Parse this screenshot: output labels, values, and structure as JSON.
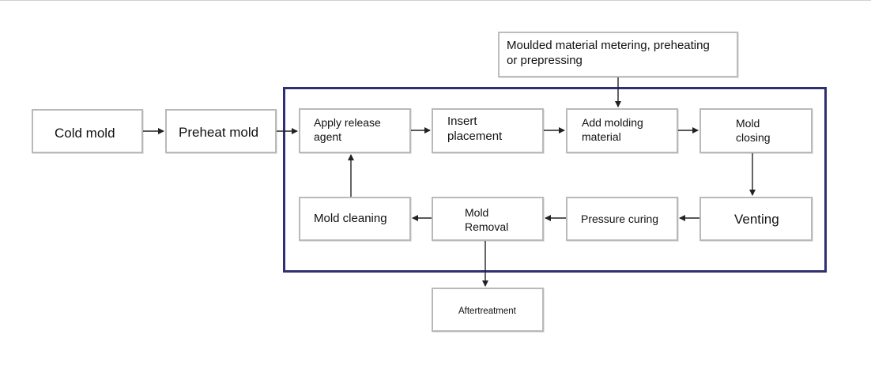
{
  "diagram": {
    "nodes": {
      "cold_mold": "Cold mold",
      "preheat_mold": "Preheat mold",
      "apply_release": "Apply release\nagent",
      "insert_placement": "Insert\nplacement",
      "add_molding": "Add molding\nmaterial",
      "mold_closing": "Mold\nclosing",
      "venting": "Venting",
      "pressure_curing": "Pressure curing",
      "mold_removal": "Mold\nRemoval",
      "mold_cleaning": "Mold cleaning",
      "aftertreatment": "Aftertreatment",
      "metering": "Moulded material metering, preheating\nor prepressing"
    },
    "colors": {
      "frame": "#2f2f73",
      "box_border": "#b9b9b9",
      "arrow": "#222222"
    }
  }
}
